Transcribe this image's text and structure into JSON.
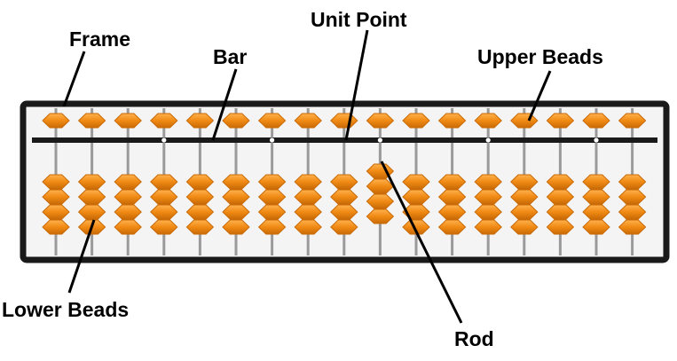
{
  "labels": {
    "frame": "Frame",
    "bar": "Bar",
    "unit_point": "Unit Point",
    "upper_beads": "Upper Beads",
    "lower_beads": "Lower Beads",
    "rod": "Rod"
  },
  "abacus": {
    "rods": 17,
    "upper_beads_per_rod": 1,
    "lower_beads_per_rod": 4,
    "unit_point_rods": [
      3,
      6,
      9,
      12,
      15
    ],
    "lower_bead_state": [
      0,
      0,
      0,
      0,
      0,
      0,
      0,
      0,
      0,
      1,
      0,
      0,
      0,
      0,
      0,
      0,
      0
    ]
  },
  "colors": {
    "frame": "#1a1a1a",
    "frame_inner": "#f4f4f4",
    "bead": "#f08a14",
    "bead_dark": "#c96a06",
    "bead_light": "#ffb24d",
    "rod": "#9a9a9a",
    "bar": "#1a1a1a",
    "unit_dot": "#ffffff"
  }
}
